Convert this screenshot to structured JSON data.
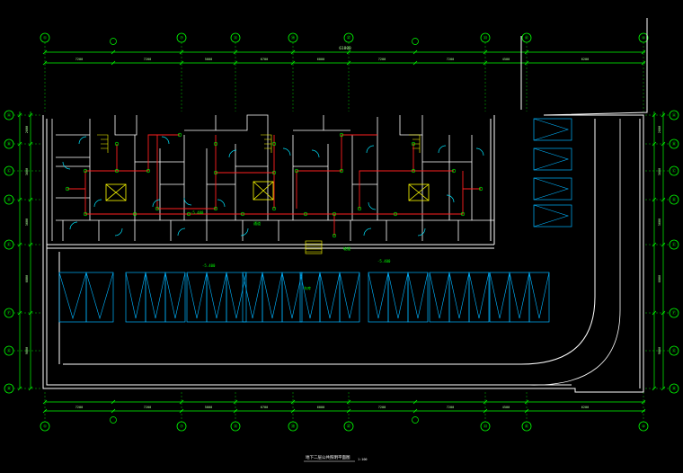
{
  "drawing": {
    "title": "地下二层公共照明平面图",
    "scale": "1:100"
  },
  "axes": {
    "top": [
      "①",
      "⑦",
      "⑬",
      "⑲",
      "㉗",
      "㉝",
      "㊶",
      "④"
    ],
    "bottom": [
      "①",
      "⑦",
      "⑬",
      "⑲",
      "㉗",
      "㉝",
      "㊶",
      "④"
    ],
    "left": [
      "Ⓐ",
      "Ⓑ",
      "Ⓒ",
      "Ⓓ",
      "Ⓔ",
      "Ⓕ",
      "Ⓖ",
      "Ⓗ"
    ],
    "right": [
      "Ⓐ",
      "Ⓑ",
      "Ⓒ",
      "Ⓓ",
      "Ⓔ",
      "Ⓕ",
      "Ⓖ",
      "Ⓗ"
    ]
  },
  "dimensions": {
    "top_total": "61800",
    "top_segments": [
      "7200",
      "7200",
      "5000",
      "6700",
      "6000",
      "7200",
      "7200",
      "4500",
      "6200",
      "8000"
    ],
    "bottom_segments": [
      "7200",
      "7200",
      "5000",
      "6700",
      "6000",
      "7200",
      "7200",
      "4500",
      "6200",
      "8000"
    ],
    "left_segments": [
      "2600",
      "3600",
      "3600",
      "6800",
      "9800"
    ],
    "right_segments": [
      "2600",
      "3600",
      "3600",
      "6800",
      "9800"
    ]
  },
  "labels": {
    "elev_1": "-5.400",
    "elev_2": "-5.400",
    "elev_3": "-5.400",
    "area_label": "车库",
    "ramp_label": "坡道",
    "corridor_label": "通道"
  },
  "colors": {
    "background": "#000000",
    "walls": "#ffffff",
    "grid": "#00ff00",
    "wiring": "#ff2020",
    "fixtures": "#00e5ff",
    "parking": "#00b4ff",
    "stair": "#ffff00",
    "dimension": "#b0ff9a"
  }
}
